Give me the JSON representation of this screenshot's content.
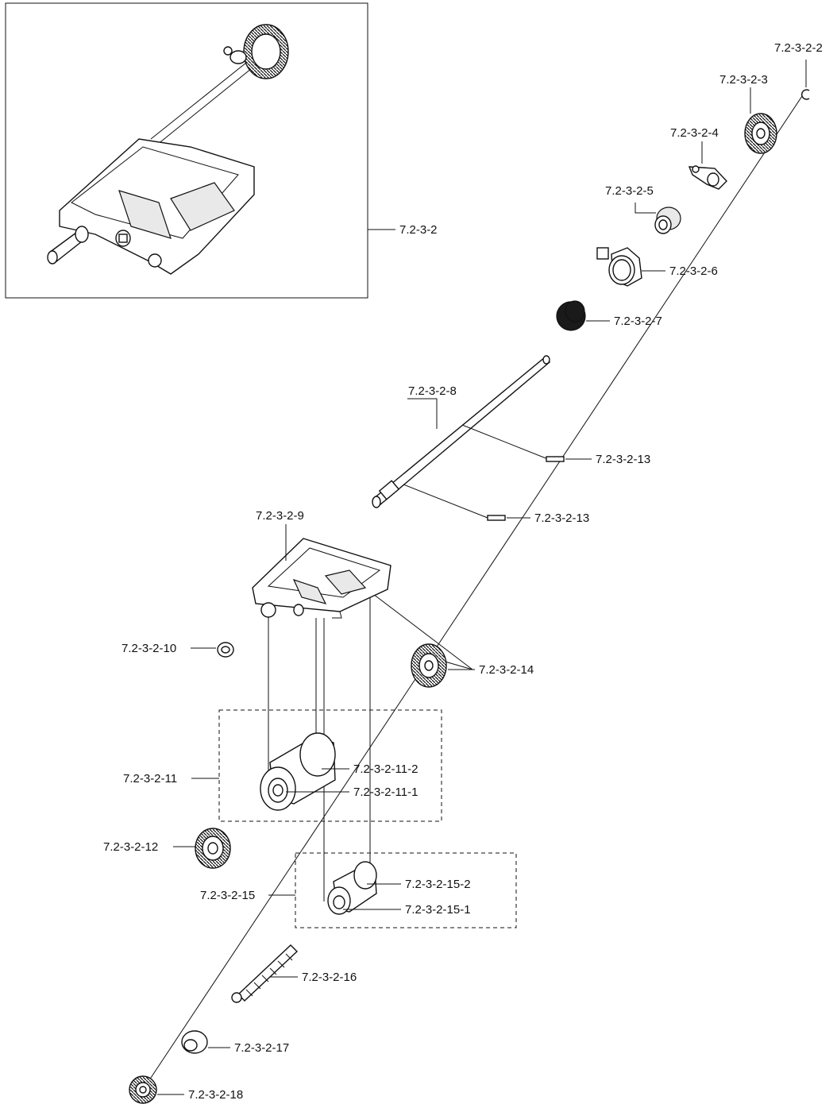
{
  "assembly": {
    "label": "7.2-3-2"
  },
  "parts": {
    "p2": "7.2-3-2-2",
    "p3": "7.2-3-2-3",
    "p4": "7.2-3-2-4",
    "p5": "7.2-3-2-5",
    "p6": "7.2-3-2-6",
    "p7": "7.2-3-2-7",
    "p8": "7.2-3-2-8",
    "p13a": "7.2-3-2-13",
    "p13b": "7.2-3-2-13",
    "p9": "7.2-3-2-9",
    "p10": "7.2-3-2-10",
    "p14": "7.2-3-2-14",
    "p11": "7.2-3-2-11",
    "p11_2": "7.2-3-2-11-2",
    "p11_1": "7.2-3-2-11-1",
    "p12": "7.2-3-2-12",
    "p15": "7.2-3-2-15",
    "p15_2": "7.2-3-2-15-2",
    "p15_1": "7.2-3-2-15-1",
    "p16": "7.2-3-2-16",
    "p17": "7.2-3-2-17",
    "p18": "7.2-3-2-18"
  }
}
